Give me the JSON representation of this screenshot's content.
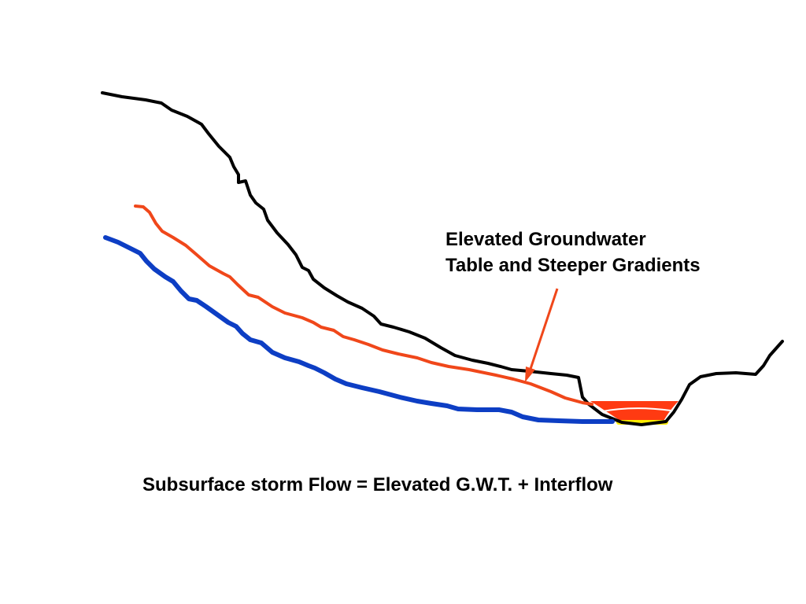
{
  "callout": {
    "line1": "Elevated Groundwater",
    "line2": "Table and Steeper Gradients"
  },
  "caption": "Subsurface storm Flow = Elevated G.W.T. + Interflow",
  "colors": {
    "ground_surface": "#000000",
    "elevated_water_table": "#f0471a",
    "normal_water_table": "#0d3ec4",
    "stream_storm_water": "#ff3a12",
    "stream_base_flow": "#ffee00",
    "arrow": "#f0471a",
    "background": "#ffffff"
  }
}
